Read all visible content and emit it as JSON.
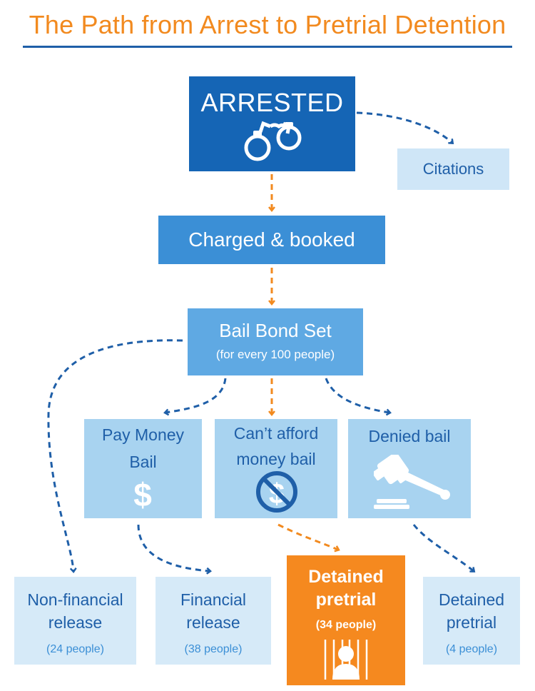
{
  "title": "The Path from Arrest to Pretrial Detention",
  "nodes": {
    "arrested": {
      "label": "ARRESTED",
      "icon": "handcuffs-icon"
    },
    "citations": {
      "label": "Citations"
    },
    "charged": {
      "label": "Charged & booked"
    },
    "bail_bond": {
      "label": "Bail Bond Set",
      "sub": "(for every 100 people)"
    },
    "pay_money_bail": {
      "line1": "Pay Money",
      "line2": "Bail",
      "icon": "dollar-sign-icon"
    },
    "cant_afford": {
      "line1": "Can’t afford",
      "line2": "money bail",
      "icon": "no-dollar-icon"
    },
    "denied_bail": {
      "label": "Denied bail",
      "icon": "gavel-icon"
    },
    "non_financial": {
      "line1": "Non-financial",
      "line2": "release",
      "count": "(24 people)"
    },
    "financial": {
      "line1": "Financial",
      "line2": "release",
      "count": "(38 people)"
    },
    "detained_main": {
      "line1": "Detained",
      "line2": "pretrial",
      "count": "(34 people)",
      "icon": "person-behind-bars-icon"
    },
    "detained_denied": {
      "line1": "Detained",
      "line2": "pretrial",
      "count": "(4 people)"
    }
  },
  "colors": {
    "title": "#f28a1f",
    "dark_blue": "#1565b5",
    "mid_blue": "#3b8fd6",
    "light_blue": "#a8d3f0",
    "pale_blue": "#d6eaf8",
    "orange": "#f5891f",
    "connector_blue": "#1f5fa8"
  }
}
